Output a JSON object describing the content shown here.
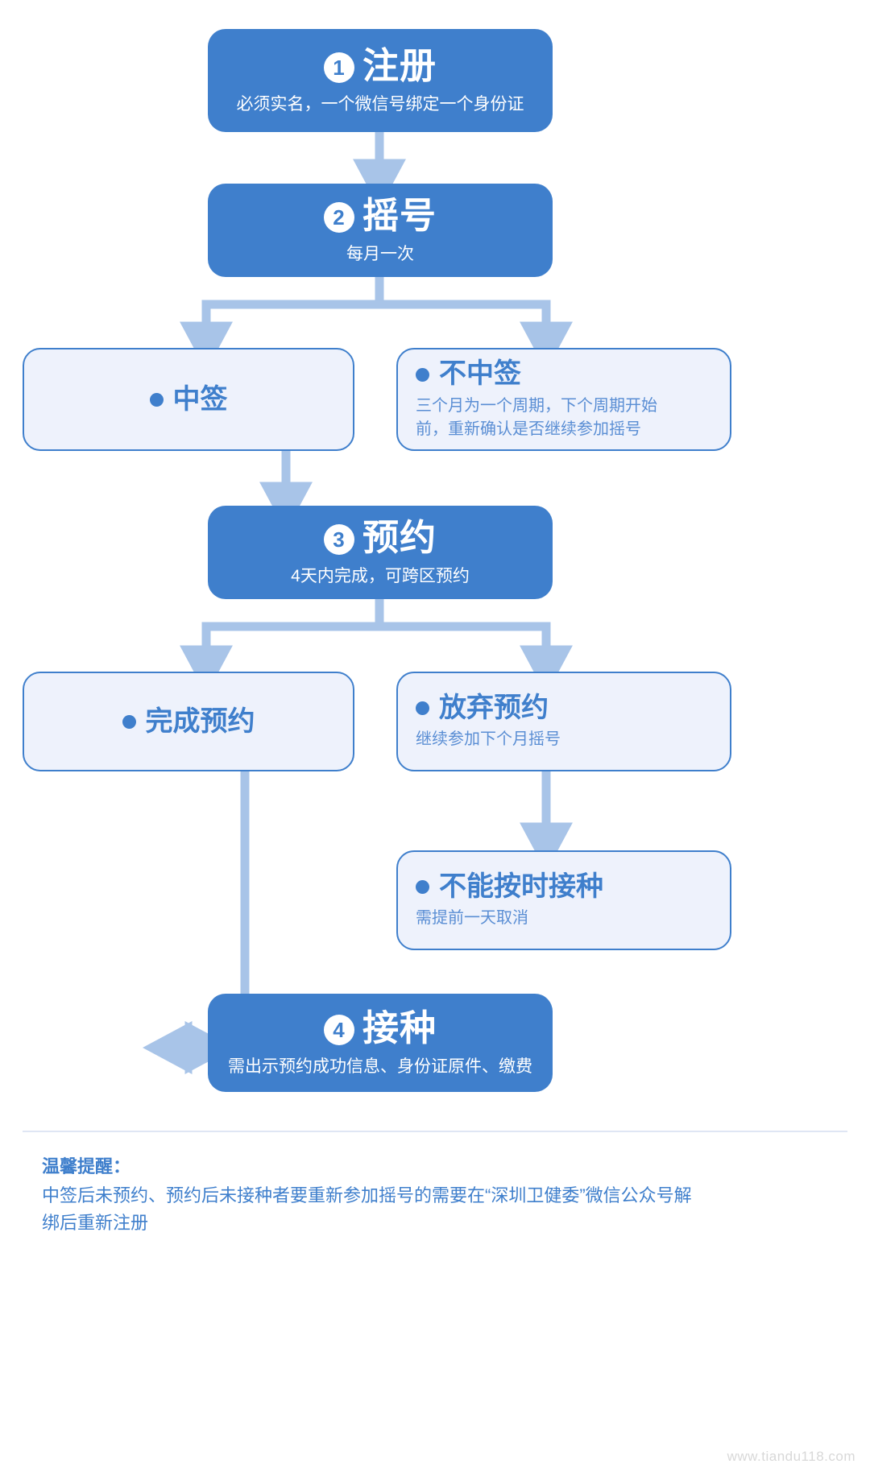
{
  "theme": {
    "primary": "#3f7fcc",
    "soft_fill": "#eef2fc",
    "connector": "#a8c4e8",
    "subtitle_blue": "#5a8ed4",
    "page_bg": "#ffffff",
    "divider": "#dfe6f4",
    "watermark_color": "#d8d8d8"
  },
  "flow": {
    "type": "flowchart",
    "steps": [
      {
        "id": "register",
        "kind": "step",
        "number": "❶",
        "number_plain": "1",
        "title": "注册",
        "subtitle": "必须实名，一个微信号绑定一个身份证"
      },
      {
        "id": "lottery",
        "kind": "step",
        "number": "❷",
        "number_plain": "2",
        "title": "摇号",
        "subtitle": "每月一次"
      },
      {
        "id": "won",
        "kind": "outcome",
        "title": "中签",
        "subtitle": ""
      },
      {
        "id": "not-won",
        "kind": "outcome",
        "title": "不中签",
        "subtitle_line1": "三个月为一个周期，下个周期开始",
        "subtitle_line2": "前，重新确认是否继续参加摇号"
      },
      {
        "id": "appointment",
        "kind": "step",
        "number": "❸",
        "number_plain": "3",
        "title": "预约",
        "subtitle": "4天内完成，可跨区预约"
      },
      {
        "id": "appointment-done",
        "kind": "outcome",
        "title": "完成预约",
        "subtitle": ""
      },
      {
        "id": "appointment-cancel",
        "kind": "outcome",
        "title": "放弃预约",
        "subtitle": "继续参加下个月摇号"
      },
      {
        "id": "cannot-attend",
        "kind": "outcome",
        "title": "不能按时接种",
        "subtitle": "需提前一天取消"
      },
      {
        "id": "vaccinate",
        "kind": "step",
        "number": "❹",
        "number_plain": "4",
        "title": "接种",
        "subtitle": "需出示预约成功信息、身份证原件、缴费"
      }
    ]
  },
  "footer": {
    "lead": "温馨提醒：",
    "line1": "中签后未预约、预约后未接种者要重新参加摇号的需要在“深圳卫健委”微信公众号解",
    "line2": "绑后重新注册"
  },
  "watermark": "www.tiandu118.com"
}
